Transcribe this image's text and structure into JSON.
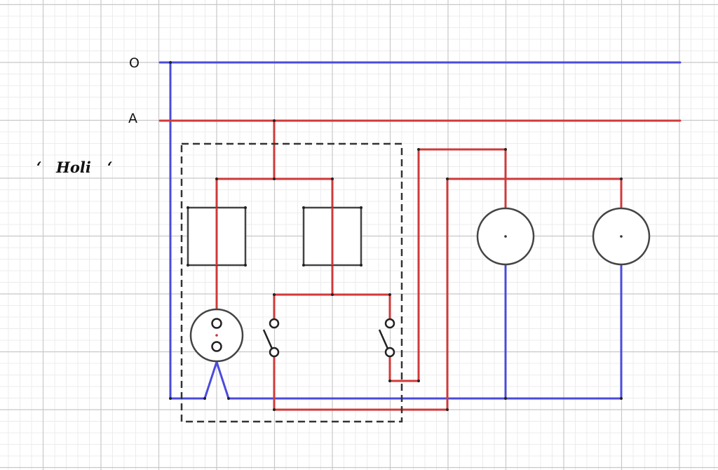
{
  "labels": {
    "neutral": "O",
    "phase": "A",
    "title_left_quote": "‘",
    "title": "Holi",
    "title_right_quote": "‘"
  },
  "colors": {
    "neutral_wire": "#4b4bdc",
    "phase_wire": "#d03a3a",
    "component": "#444444",
    "grid_major": "#c8c8c8",
    "grid_minor": "#ececec",
    "background": "#ffffff"
  }
}
